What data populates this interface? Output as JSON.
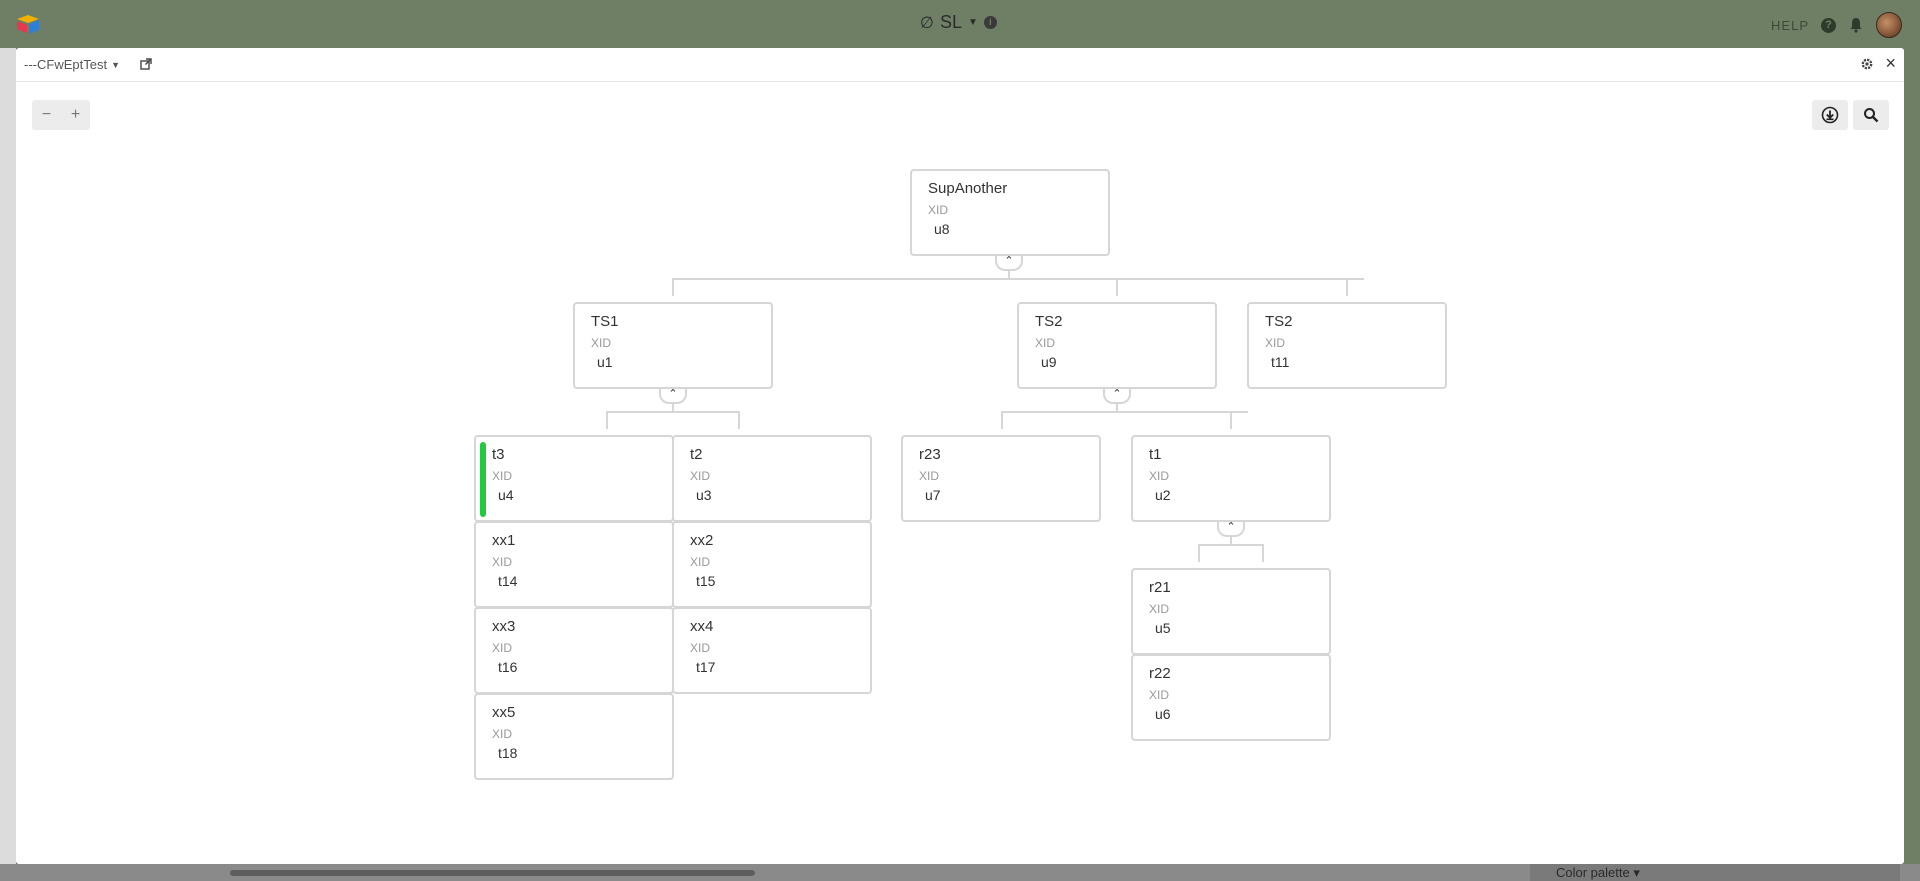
{
  "topbar": {
    "base_icon": "leaf-icon",
    "base_name": "SL",
    "help_label": "HELP"
  },
  "modal": {
    "view_name": "---CFwEptTest",
    "close_glyph": "×"
  },
  "zoom": {
    "minus": "−",
    "plus": "+"
  },
  "footer": {
    "palette_label": "Color palette"
  },
  "nodes": {
    "root": {
      "name": "SupAnother",
      "field": "XID",
      "value": "u8"
    },
    "ts1": {
      "name": "TS1",
      "field": "XID",
      "value": "u1"
    },
    "ts2a": {
      "name": "TS2",
      "field": "XID",
      "value": "u9"
    },
    "ts2b": {
      "name": "TS2",
      "field": "XID",
      "value": "t11"
    },
    "t3": {
      "name": "t3",
      "field": "XID",
      "value": "u4"
    },
    "t2": {
      "name": "t2",
      "field": "XID",
      "value": "u3"
    },
    "xx1": {
      "name": "xx1",
      "field": "XID",
      "value": "t14"
    },
    "xx2": {
      "name": "xx2",
      "field": "XID",
      "value": "t15"
    },
    "xx3": {
      "name": "xx3",
      "field": "XID",
      "value": "t16"
    },
    "xx4": {
      "name": "xx4",
      "field": "XID",
      "value": "t17"
    },
    "xx5": {
      "name": "xx5",
      "field": "XID",
      "value": "t18"
    },
    "r23": {
      "name": "r23",
      "field": "XID",
      "value": "u7"
    },
    "t1": {
      "name": "t1",
      "field": "XID",
      "value": "u2"
    },
    "r21": {
      "name": "r21",
      "field": "XID",
      "value": "u5"
    },
    "r22": {
      "name": "r22",
      "field": "XID",
      "value": "u6"
    }
  },
  "colors": {
    "accent": "#22c83d",
    "topbar": "#6e7f66",
    "border": "#d6d6d6"
  }
}
